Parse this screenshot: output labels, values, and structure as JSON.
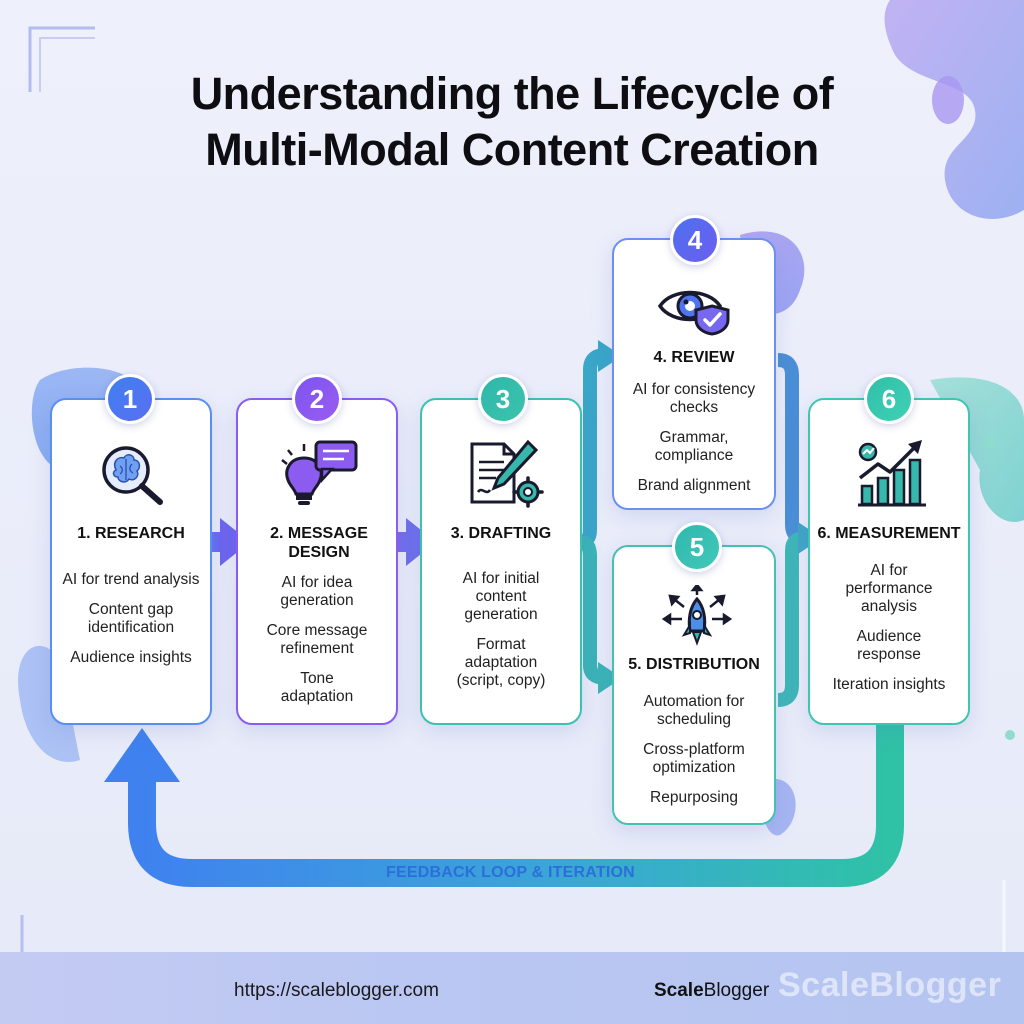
{
  "title": {
    "line1": "Understanding the Lifecycle of",
    "line2": "Multi-Modal Content Creation"
  },
  "steps": [
    {
      "badge": "1",
      "title": "1. RESEARCH",
      "icon": "brain-magnifier-icon",
      "items": [
        "AI for trend analysis",
        "Content gap identification",
        "Audience insights"
      ]
    },
    {
      "badge": "2",
      "title": "2. MESSAGE DESIGN",
      "icon": "lightbulb-chat-icon",
      "items": [
        "AI for idea generation",
        "Core message refinement",
        "Tone adaptation"
      ]
    },
    {
      "badge": "3",
      "title": "3. DRAFTING",
      "icon": "document-pen-gear-icon",
      "items": [
        "AI for initial content generation",
        "Format adaptation (script, copy)"
      ]
    },
    {
      "badge": "4",
      "title": "4. REVIEW",
      "icon": "eye-shield-icon",
      "items": [
        "AI for consistency checks",
        "Grammar, compliance",
        "Brand alignment"
      ]
    },
    {
      "badge": "5",
      "title": "5. DISTRIBUTION",
      "icon": "rocket-arrows-icon",
      "items": [
        "Automation for scheduling",
        "Cross-platform optimization",
        "Repurposing"
      ]
    },
    {
      "badge": "6",
      "title": "6. MEASUREMENT",
      "icon": "growth-chart-icon",
      "items": [
        "AI for performance analysis",
        "Audience response",
        "Iteration insights"
      ]
    }
  ],
  "feedback_loop": {
    "label": "FEEDBACK LOOP & ITERATION"
  },
  "footer": {
    "url": "https://scaleblogger.com",
    "brand_bold": "Scale",
    "brand_rest": "Blogger",
    "watermark": "ScaleBlogger"
  },
  "colors": {
    "blue": "#3f7ff0",
    "purple": "#8a5cf0",
    "teal": "#2fb7aa",
    "title": "#0d0d12"
  }
}
